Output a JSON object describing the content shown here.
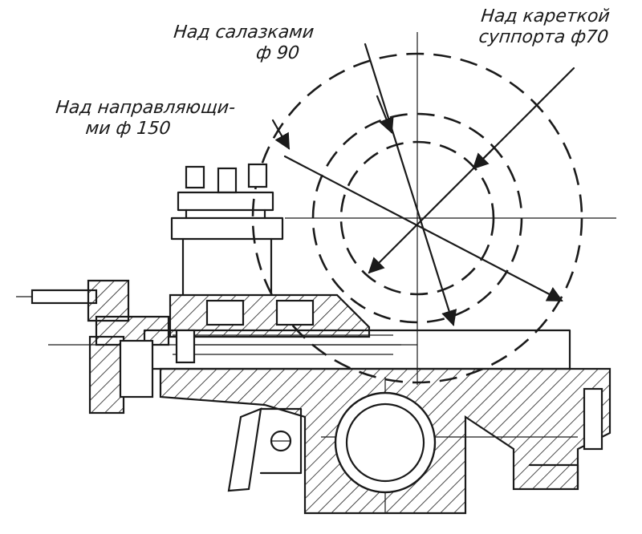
{
  "labels": {
    "over_slide": {
      "line1": "Над салазками",
      "line2": "ф 90"
    },
    "over_carriage": {
      "line1": "Над кареткой",
      "line2": "суппорта ф70"
    },
    "over_guides": {
      "line1": "Над направляющи-",
      "line2": "ми ф 150"
    }
  },
  "circles": [
    {
      "name": "over-guides-circle",
      "diameter_label": "ф 150"
    },
    {
      "name": "over-slide-circle",
      "diameter_label": "ф 90"
    },
    {
      "name": "over-carriage-circle",
      "diameter_label": "ф70"
    }
  ]
}
